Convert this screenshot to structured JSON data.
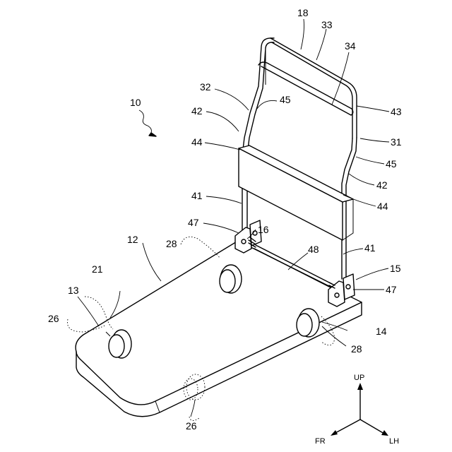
{
  "labels": {
    "n10": "10",
    "n12": "12",
    "n13": "13",
    "n14": "14",
    "n15": "15",
    "n16": "16",
    "n18": "18",
    "n21": "21",
    "n26a": "26",
    "n26b": "26",
    "n28a": "28",
    "n28b": "28",
    "n31": "31",
    "n32": "32",
    "n33": "33",
    "n34": "34",
    "n41a": "41",
    "n41b": "41",
    "n42a": "42",
    "n42b": "42",
    "n43": "43",
    "n44a": "44",
    "n44b": "44",
    "n45a": "45",
    "n45b": "45",
    "n47a": "47",
    "n47b": "47",
    "n48": "48"
  },
  "axes": {
    "up": "UP",
    "fr": "FR",
    "lh": "LH"
  }
}
